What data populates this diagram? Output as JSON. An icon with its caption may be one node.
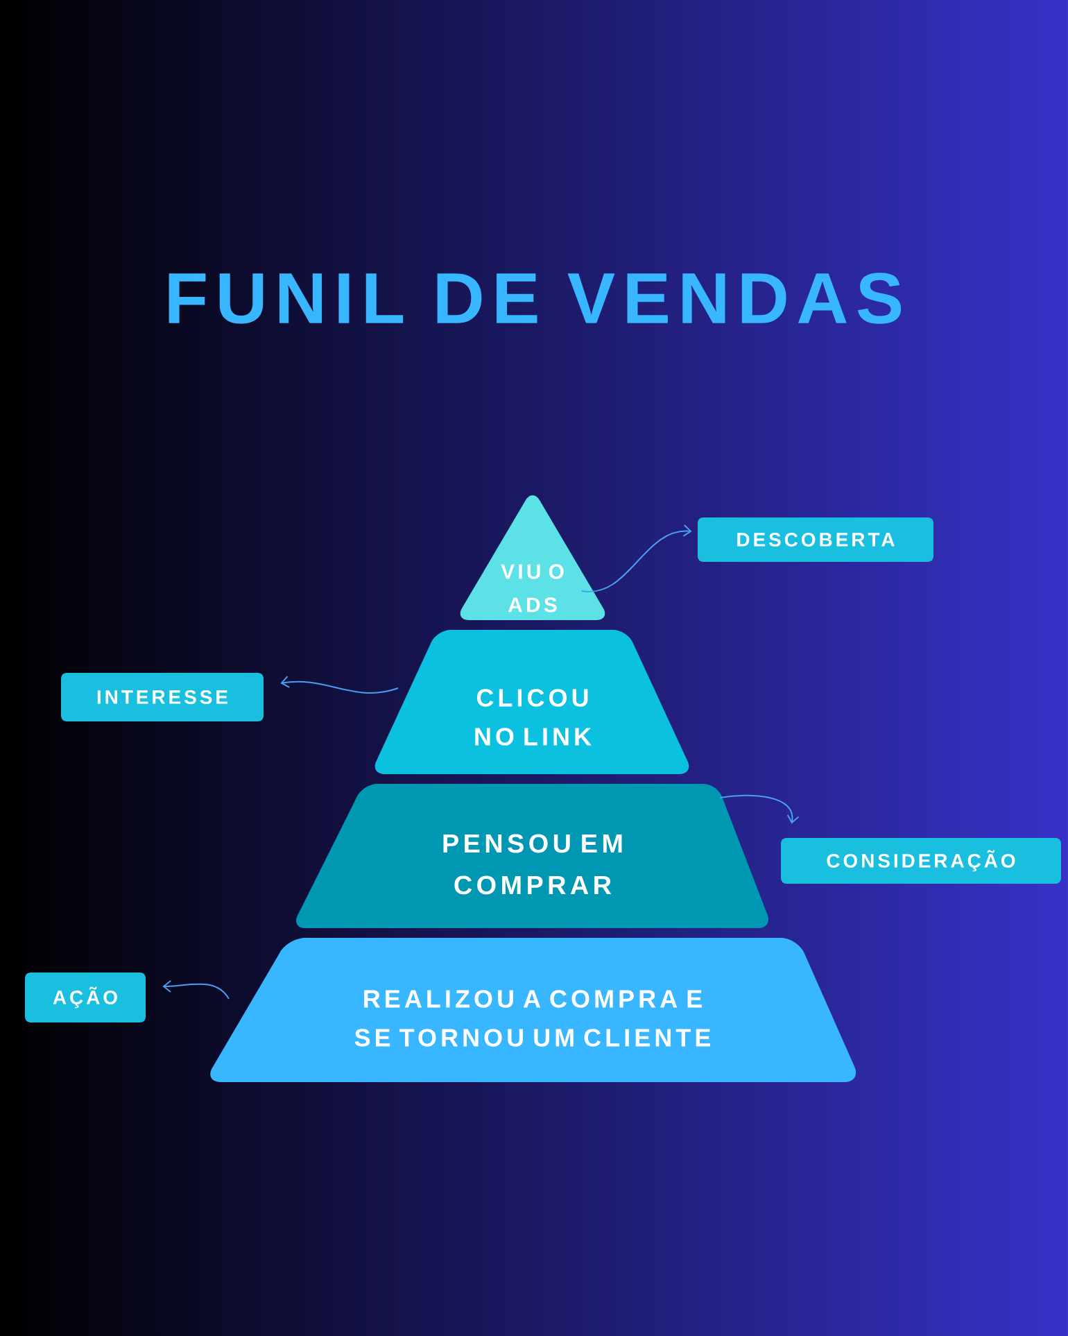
{
  "diagram": {
    "title": "FUNIL DE VENDAS",
    "nodes": [
      {
        "text": [
          "VIU O ADS"
        ]
      },
      {
        "text": [
          "CLICOU NO LINK"
        ]
      },
      {
        "text": [
          "PENSOU EM COMPRAR"
        ]
      },
      {
        "text": [
          "REALIZOU A COMPRA E SE TORNOU UM CLIENTE"
        ]
      },
      {
        "text": [
          "DESCOBERTA"
        ]
      },
      {
        "text": [
          "INTERESSE"
        ]
      },
      {
        "text": [
          "CONSIDERAÇÃO"
        ]
      },
      {
        "text": [
          "AÇÃO"
        ]
      }
    ],
    "edges": [
      {
        "from": 0,
        "to": 4,
        "arrow": "to"
      },
      {
        "from": 1,
        "to": 5,
        "arrow": "to"
      },
      {
        "from": 2,
        "to": 6,
        "arrow": "to"
      },
      {
        "from": 3,
        "to": 7,
        "arrow": "to"
      }
    ]
  }
}
